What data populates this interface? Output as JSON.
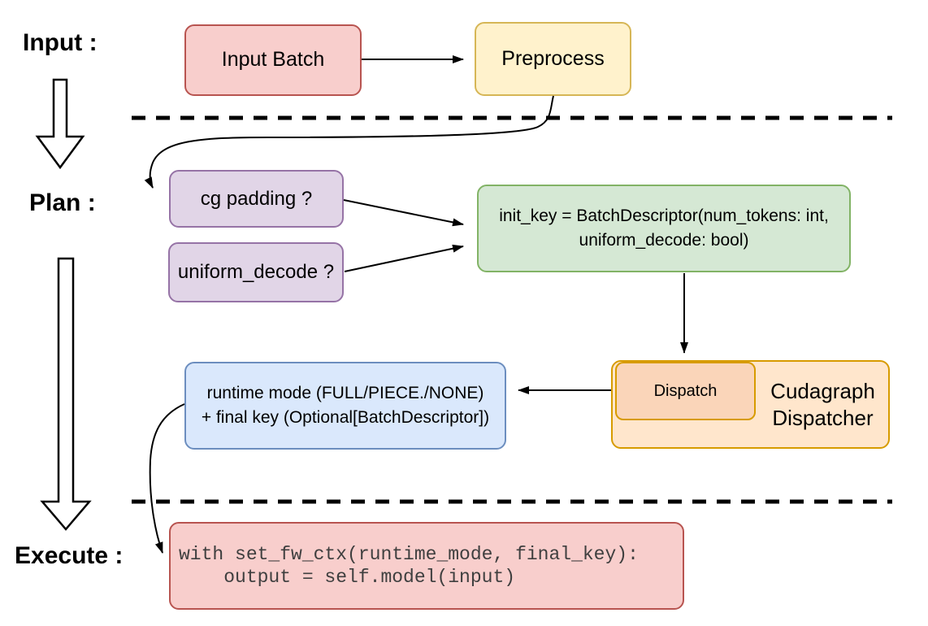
{
  "stage_labels": {
    "input": "Input :",
    "plan": "Plan :",
    "execute": "Execute :"
  },
  "nodes": {
    "input_batch": "Input Batch",
    "preprocess": "Preprocess",
    "cg_padding": "cg padding ?",
    "uniform_decode": "uniform_decode ?",
    "init_key": {
      "line1": "init_key = BatchDescriptor(num_tokens: int,",
      "line2": "uniform_decode: bool)"
    },
    "runtime_mode": {
      "line1": "runtime mode (FULL/PIECE./NONE)",
      "line2": "+ final key (Optional[BatchDescriptor])"
    },
    "dispatch": "Dispatch",
    "cudagraph_dispatcher": {
      "line1": "Cudagraph",
      "line2": "Dispatcher"
    },
    "execute_code": {
      "line1": "with set_fw_ctx(runtime_mode, final_key):",
      "line2": "    output = self.model(input)"
    }
  },
  "colors": {
    "red_fill": "#F8CECC",
    "red_border": "#B85450",
    "yellow_fill": "#FFF2CC",
    "yellow_border": "#D6B656",
    "purple_fill": "#E1D5E7",
    "purple_border": "#9673A6",
    "green_fill": "#D5E8D4",
    "green_border": "#82B366",
    "orange_fill": "#FFE6CC",
    "orange_border": "#D79B00",
    "orange_inner_fill": "#FAD5B9",
    "blue_fill": "#DAE8FC",
    "blue_border": "#6C8EBF",
    "connector": "#000000",
    "code_text": "#3F3F3F"
  }
}
